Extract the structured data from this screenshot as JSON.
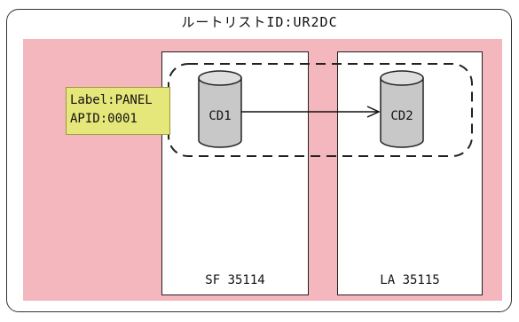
{
  "title": "ルートリストID:UR2DC",
  "label_box": {
    "line1": "Label:PANEL",
    "line2": "APID:0001"
  },
  "columns": [
    {
      "label": "SF 35114"
    },
    {
      "label": "LA 35115"
    }
  ],
  "volumes": [
    {
      "label": "CD1"
    },
    {
      "label": "CD2"
    }
  ],
  "colors": {
    "pink_area": "#f4b7be",
    "label_box": "#e6e77a",
    "cylinder_fill": "#c8c8c8"
  }
}
